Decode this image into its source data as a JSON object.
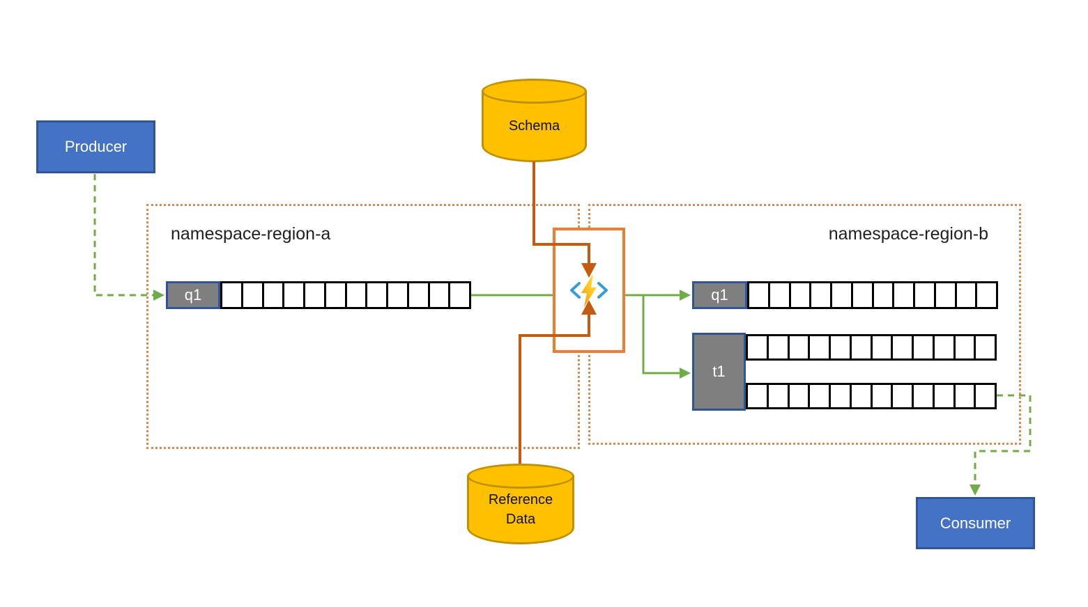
{
  "nodes": {
    "producer": {
      "label": "Producer"
    },
    "consumer": {
      "label": "Consumer"
    },
    "schema": {
      "label": "Schema"
    },
    "reference_data": {
      "label": "Reference Data"
    },
    "processor": {
      "icon": "azure-function-icon"
    }
  },
  "regions": {
    "a": {
      "label": "namespace-region-a",
      "queue": {
        "name": "q1",
        "cells": 12
      }
    },
    "b": {
      "label": "namespace-region-b",
      "queue": {
        "name": "q1",
        "cells": 12
      },
      "topic": {
        "name": "t1",
        "rows": 2,
        "cells_per_row": 12
      }
    }
  },
  "colors": {
    "accent_blue": "#4472C4",
    "blue_border": "#2F5597",
    "gray": "#7F7F7F",
    "gold": "#FFC000",
    "gold_border": "#BF9000",
    "green": "#70AD47",
    "orange": "#ED7D31",
    "brown": "#C55A11",
    "region_border": "#D88B55"
  }
}
